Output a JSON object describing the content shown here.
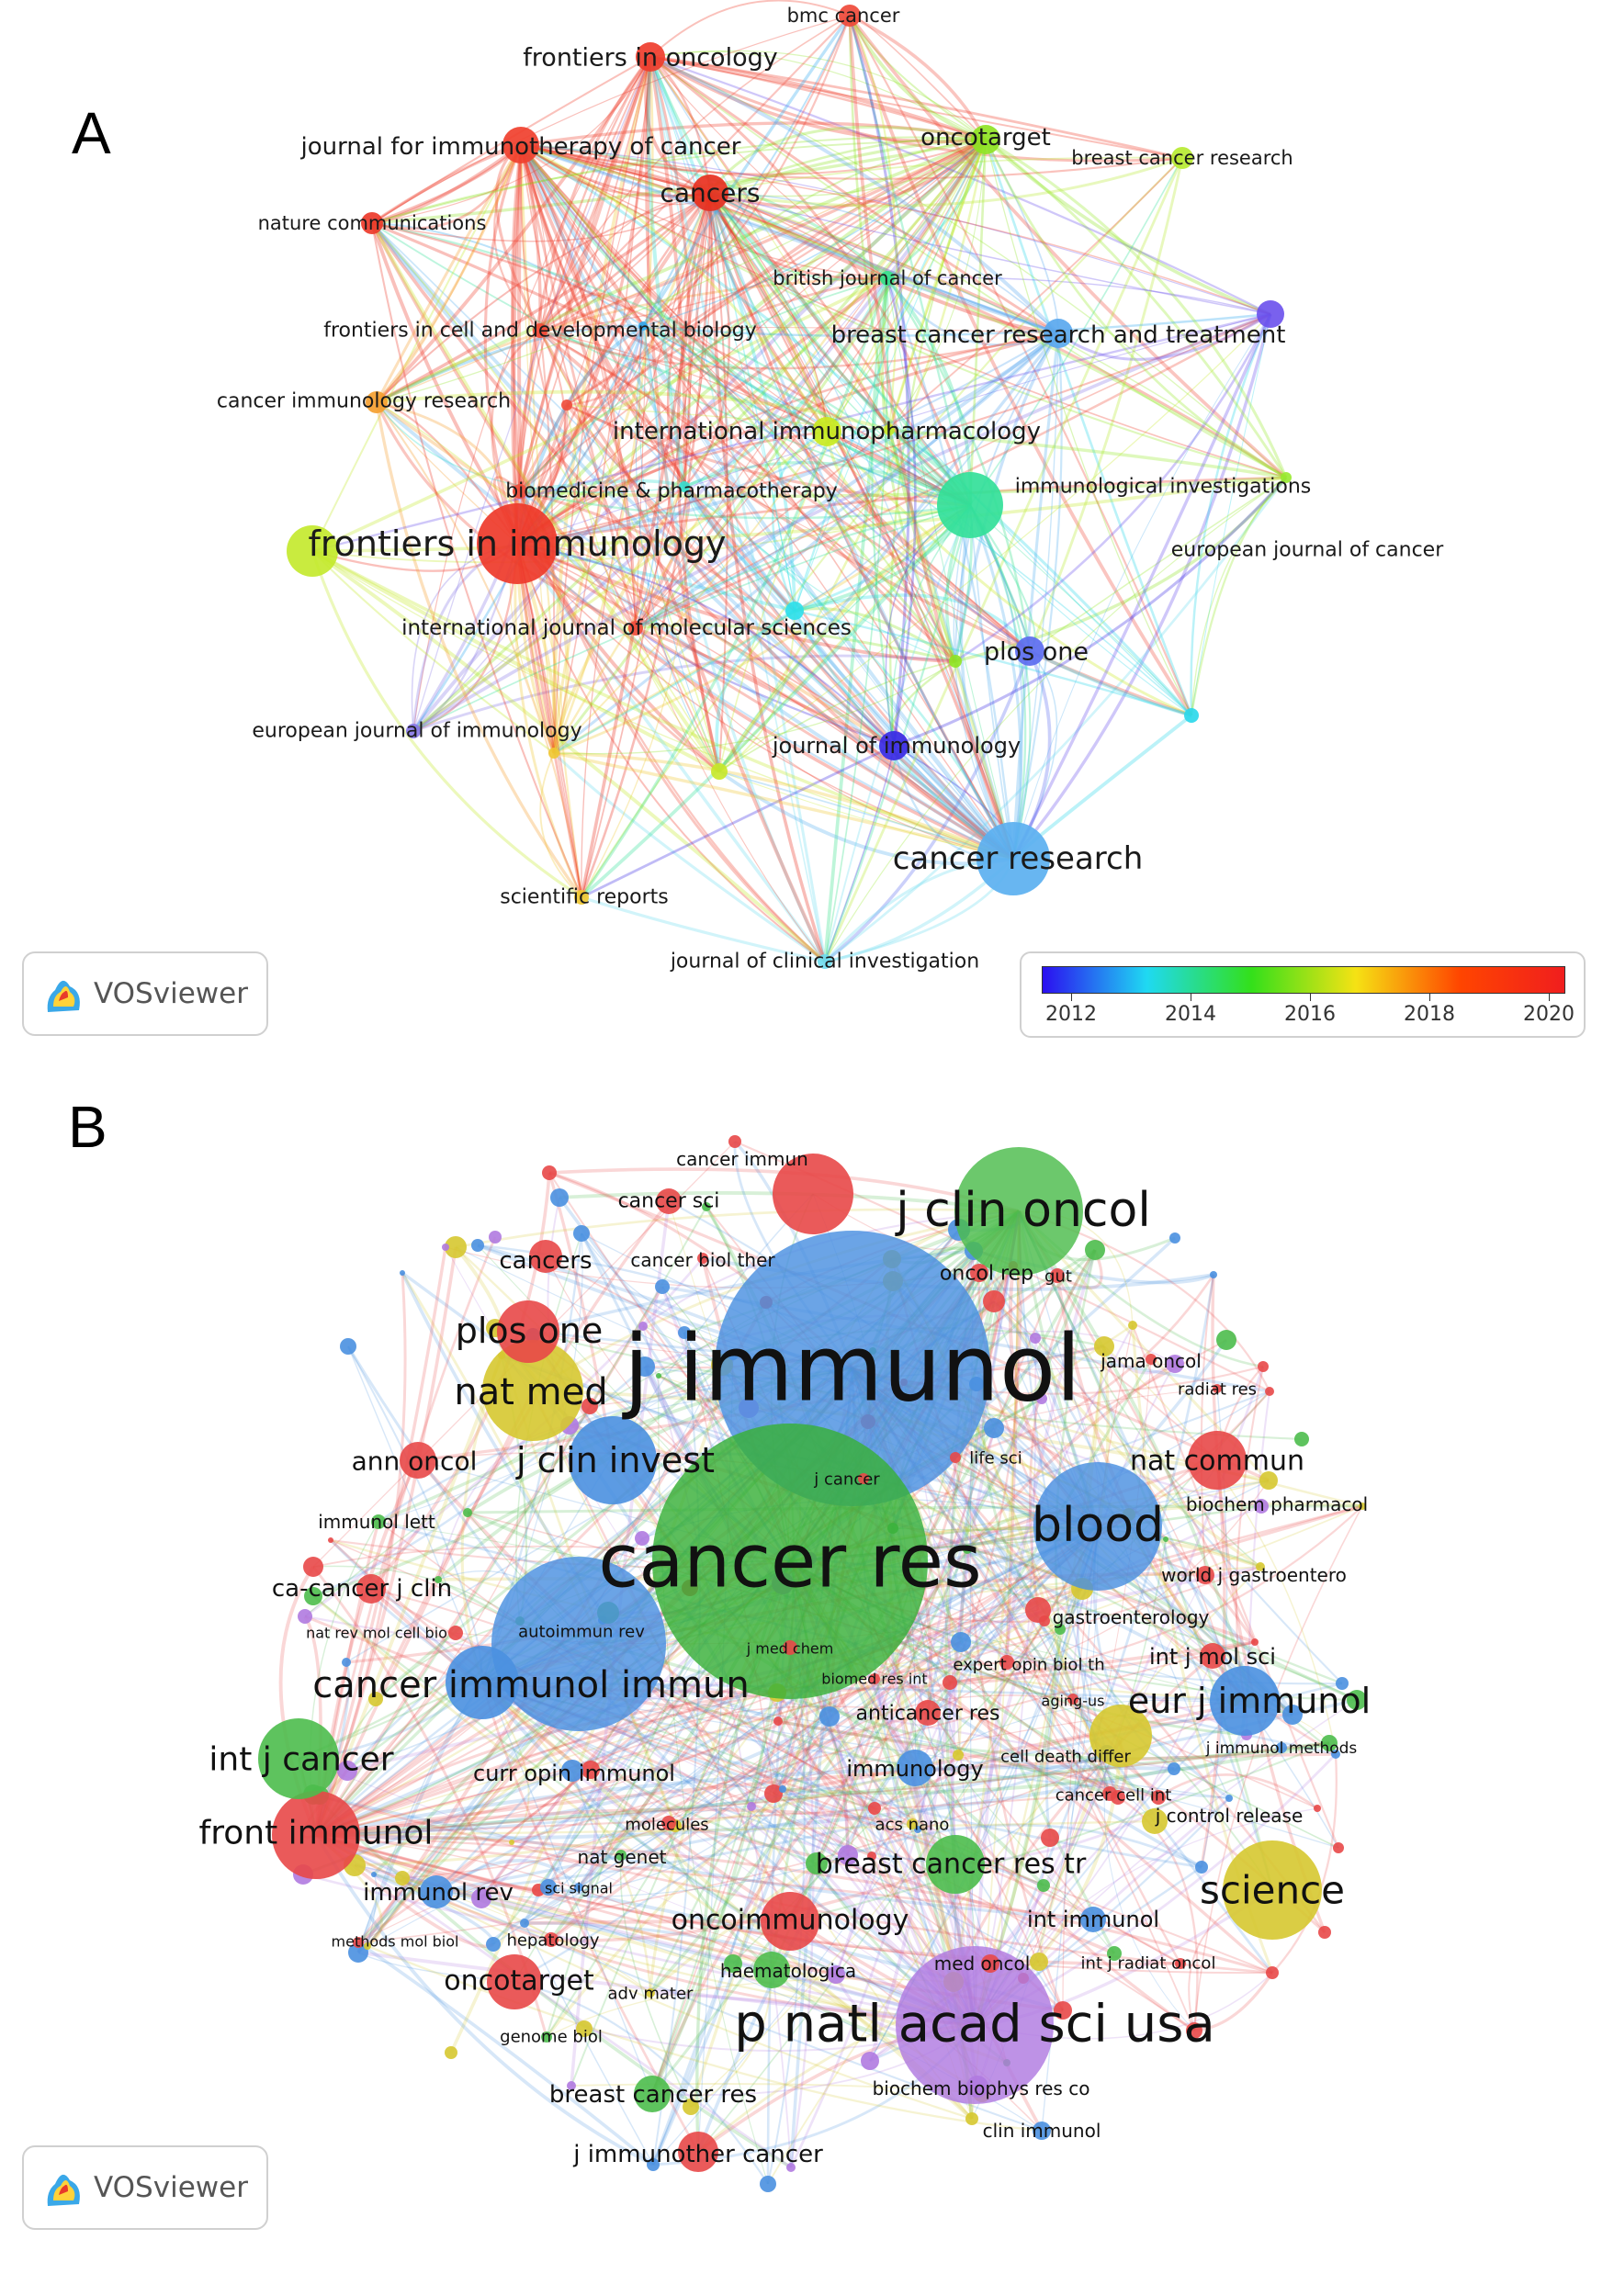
{
  "panel_a": {
    "letter": "A",
    "badge": "VOSviewer",
    "legend": {
      "ticks": [
        "2012",
        "2014",
        "2016",
        "2018",
        "2020"
      ],
      "colors": [
        "#2b0ff0",
        "#1fd9f2",
        "#33e01a",
        "#f5e214",
        "#ff4500",
        "#f01e1e"
      ]
    },
    "nodes": [
      {
        "label": "bmc cancer",
        "color": "#ef4a3a",
        "size": 3
      },
      {
        "label": "frontiers in oncology",
        "color": "#ef3d2c",
        "size": 4
      },
      {
        "label": "journal for immunotherapy of cancer",
        "color": "#f0402e",
        "size": 5
      },
      {
        "label": "cancers",
        "color": "#e8301f",
        "size": 5
      },
      {
        "label": "oncotarget",
        "color": "#8fe324",
        "size": 4
      },
      {
        "label": "breast cancer research",
        "color": "#b7ea32",
        "size": 3
      },
      {
        "label": "nature communications",
        "color": "#ec3a2a",
        "size": 3
      },
      {
        "label": "british journal of cancer",
        "color": "#35e08a",
        "size": 2
      },
      {
        "label": "frontiers in cell and developmental biology",
        "color": "#f04a36",
        "size": 2
      },
      {
        "label": "breast cancer research and treatment",
        "color": "#5aa8ee",
        "size": 4
      },
      {
        "label": "cancer immunology research",
        "color": "#f5a030",
        "size": 3
      },
      {
        "label": "international immunopharmacology",
        "color": "#c9ea1f",
        "size": 4
      },
      {
        "label": "immunological investigations",
        "color": "#33e099",
        "size": 9
      },
      {
        "label": "biomedicine & pharmacotherapy",
        "color": "#ef4e3c",
        "size": 2
      },
      {
        "label": "frontiers in immunology",
        "color": "#ee3a2a",
        "size": 11
      },
      {
        "label": "european journal of cancer",
        "color": "#2cd8ea",
        "size": 2
      },
      {
        "label": "international journal of molecular sciences",
        "color": "#ef4e3c",
        "size": 2
      },
      {
        "label": "plos one",
        "color": "#5c6cf0",
        "size": 4
      },
      {
        "label": "european journal of immunology",
        "color": "#8878e6",
        "size": 2
      },
      {
        "label": "journal of immunology",
        "color": "#3a2ae4",
        "size": 4
      },
      {
        "label": "cancer research",
        "color": "#5bb0f0",
        "size": 10
      },
      {
        "label": "scientific reports",
        "color": "#f0c832",
        "size": 2
      },
      {
        "label": "journal of clinical investigation",
        "color": "#70dcef",
        "size": 2
      }
    ]
  },
  "panel_b": {
    "letter": "B",
    "badge": "VOSviewer",
    "nodes": [
      {
        "label": "cancer immun",
        "color": "#e84848"
      },
      {
        "label": "cancer sci",
        "color": "#e84848"
      },
      {
        "label": "j clin oncol",
        "color": "#4cbc4c"
      },
      {
        "label": "cancers",
        "color": "#e84848"
      },
      {
        "label": "cancer biol ther",
        "color": "#e84848"
      },
      {
        "label": "oncol rep",
        "color": "#e84848"
      },
      {
        "label": "gut",
        "color": "#e84848"
      },
      {
        "label": "plos one",
        "color": "#e84848"
      },
      {
        "label": "j immunol",
        "color": "#4a90e0"
      },
      {
        "label": "jama oncol",
        "color": "#e84848"
      },
      {
        "label": "radiat res",
        "color": "#e84848"
      },
      {
        "label": "nat med",
        "color": "#d6c830"
      },
      {
        "label": "ann oncol",
        "color": "#e84848"
      },
      {
        "label": "j clin invest",
        "color": "#4a90e0"
      },
      {
        "label": "life sci",
        "color": "#e84848"
      },
      {
        "label": "j cancer",
        "color": "#e84848"
      },
      {
        "label": "nat commun",
        "color": "#e84848"
      },
      {
        "label": "biochem pharmacol",
        "color": "#b07ae0"
      },
      {
        "label": "immunol lett",
        "color": "#4cbc4c"
      },
      {
        "label": "blood",
        "color": "#4a90e0"
      },
      {
        "label": "cancer res",
        "color": "#38b038"
      },
      {
        "label": "world j gastroentero",
        "color": "#e84848"
      },
      {
        "label": "ca-cancer j clin",
        "color": "#e84848"
      },
      {
        "label": "gastroenterology",
        "color": "#e84848"
      },
      {
        "label": "nat rev mol cell bio",
        "color": "#e84848"
      },
      {
        "label": "autoimmun rev",
        "color": "#4a90e0"
      },
      {
        "label": "j med chem",
        "color": "#e84848"
      },
      {
        "label": "expert opin biol th",
        "color": "#e84848"
      },
      {
        "label": "int j mol sci",
        "color": "#e84848"
      },
      {
        "label": "biomed res int",
        "color": "#e84848"
      },
      {
        "label": "aging-us",
        "color": "#e84848"
      },
      {
        "label": "cancer immunol immun",
        "color": "#4a90e0"
      },
      {
        "label": "eur j immunol",
        "color": "#4a90e0"
      },
      {
        "label": "anticancer res",
        "color": "#e84848"
      },
      {
        "label": "int j cancer",
        "color": "#4cbc4c"
      },
      {
        "label": "j immunol methods",
        "color": "#4a90e0"
      },
      {
        "label": "cell death differ",
        "color": "#d6c830"
      },
      {
        "label": "immunology",
        "color": "#4a90e0"
      },
      {
        "label": "curr opin immunol",
        "color": "#4a90e0"
      },
      {
        "label": "cancer cell int",
        "color": "#e84848"
      },
      {
        "label": "j control release",
        "color": "#d6c830"
      },
      {
        "label": "molecules",
        "color": "#e84848"
      },
      {
        "label": "acs nano",
        "color": "#d6c830"
      },
      {
        "label": "front immunol",
        "color": "#e84848"
      },
      {
        "label": "nat genet",
        "color": "#4cbc4c"
      },
      {
        "label": "breast cancer res tr",
        "color": "#4cbc4c"
      },
      {
        "label": "science",
        "color": "#d6c830"
      },
      {
        "label": "immunol rev",
        "color": "#4a90e0"
      },
      {
        "label": "sci signal",
        "color": "#4a90e0"
      },
      {
        "label": "int immunol",
        "color": "#4a90e0"
      },
      {
        "label": "oncoimmunology",
        "color": "#e84848"
      },
      {
        "label": "methods mol biol",
        "color": "#e84848"
      },
      {
        "label": "hepatology",
        "color": "#e84848"
      },
      {
        "label": "haematologica",
        "color": "#4cbc4c"
      },
      {
        "label": "med oncol",
        "color": "#e84848"
      },
      {
        "label": "int j radiat oncol",
        "color": "#e84848"
      },
      {
        "label": "oncotarget",
        "color": "#e84848"
      },
      {
        "label": "adv mater",
        "color": "#d6c830"
      },
      {
        "label": "p natl acad sci usa",
        "color": "#b07ae0"
      },
      {
        "label": "genome biol",
        "color": "#4cbc4c"
      },
      {
        "label": "breast cancer res",
        "color": "#4cbc4c"
      },
      {
        "label": "biochem biophys res co",
        "color": "#b07ae0"
      },
      {
        "label": "clin immunol",
        "color": "#4a90e0"
      },
      {
        "label": "j immunother cancer",
        "color": "#e84848"
      }
    ]
  }
}
